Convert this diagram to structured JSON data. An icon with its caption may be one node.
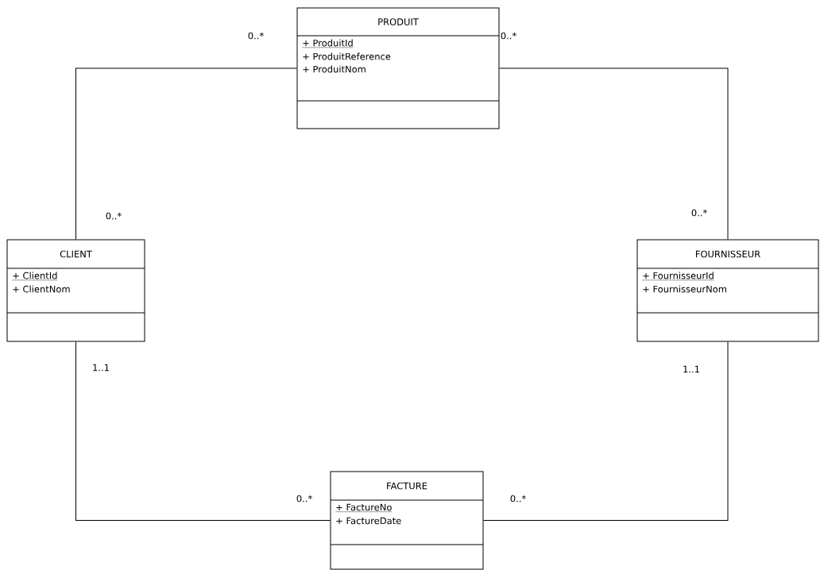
{
  "diagram": {
    "nodes": [
      {
        "text": [
          "PRODUIT",
          "+ ProduitId",
          "+ ProduitReference",
          "+ ProduitNom"
        ]
      },
      {
        "text": [
          "CLIENT",
          "+ ClientId",
          "+ ClientNom"
        ]
      },
      {
        "text": [
          "FOURNISSEUR",
          "+ FournisseurId",
          "+ FournisseurNom"
        ]
      },
      {
        "text": [
          "FACTURE",
          "+ FactureNo",
          "+ FactureDate"
        ]
      }
    ],
    "edges": [
      {
        "from": 1,
        "to": 0,
        "arrow": "none"
      },
      {
        "from": 0,
        "to": 2,
        "arrow": "none"
      },
      {
        "from": 1,
        "to": 3,
        "arrow": "none"
      },
      {
        "from": 2,
        "to": 3,
        "arrow": "none"
      }
    ],
    "labels": [
      "0..*",
      "0..*",
      "0..*",
      "0..*",
      "1..1",
      "1..1",
      "0..*",
      "0..*"
    ]
  }
}
